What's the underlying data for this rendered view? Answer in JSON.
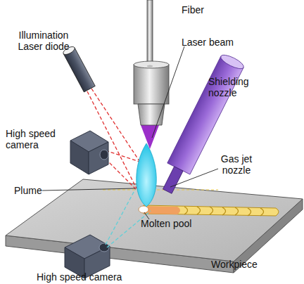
{
  "diagram": {
    "labels": [
      "Fiber",
      "Illumination Laser diode",
      "Laser beam",
      "Shielding nozzle",
      "High speed camera",
      "Gas jet nozzle",
      "Plume",
      "Molten pool",
      "Workpiece",
      "High speed camera"
    ]
  }
}
